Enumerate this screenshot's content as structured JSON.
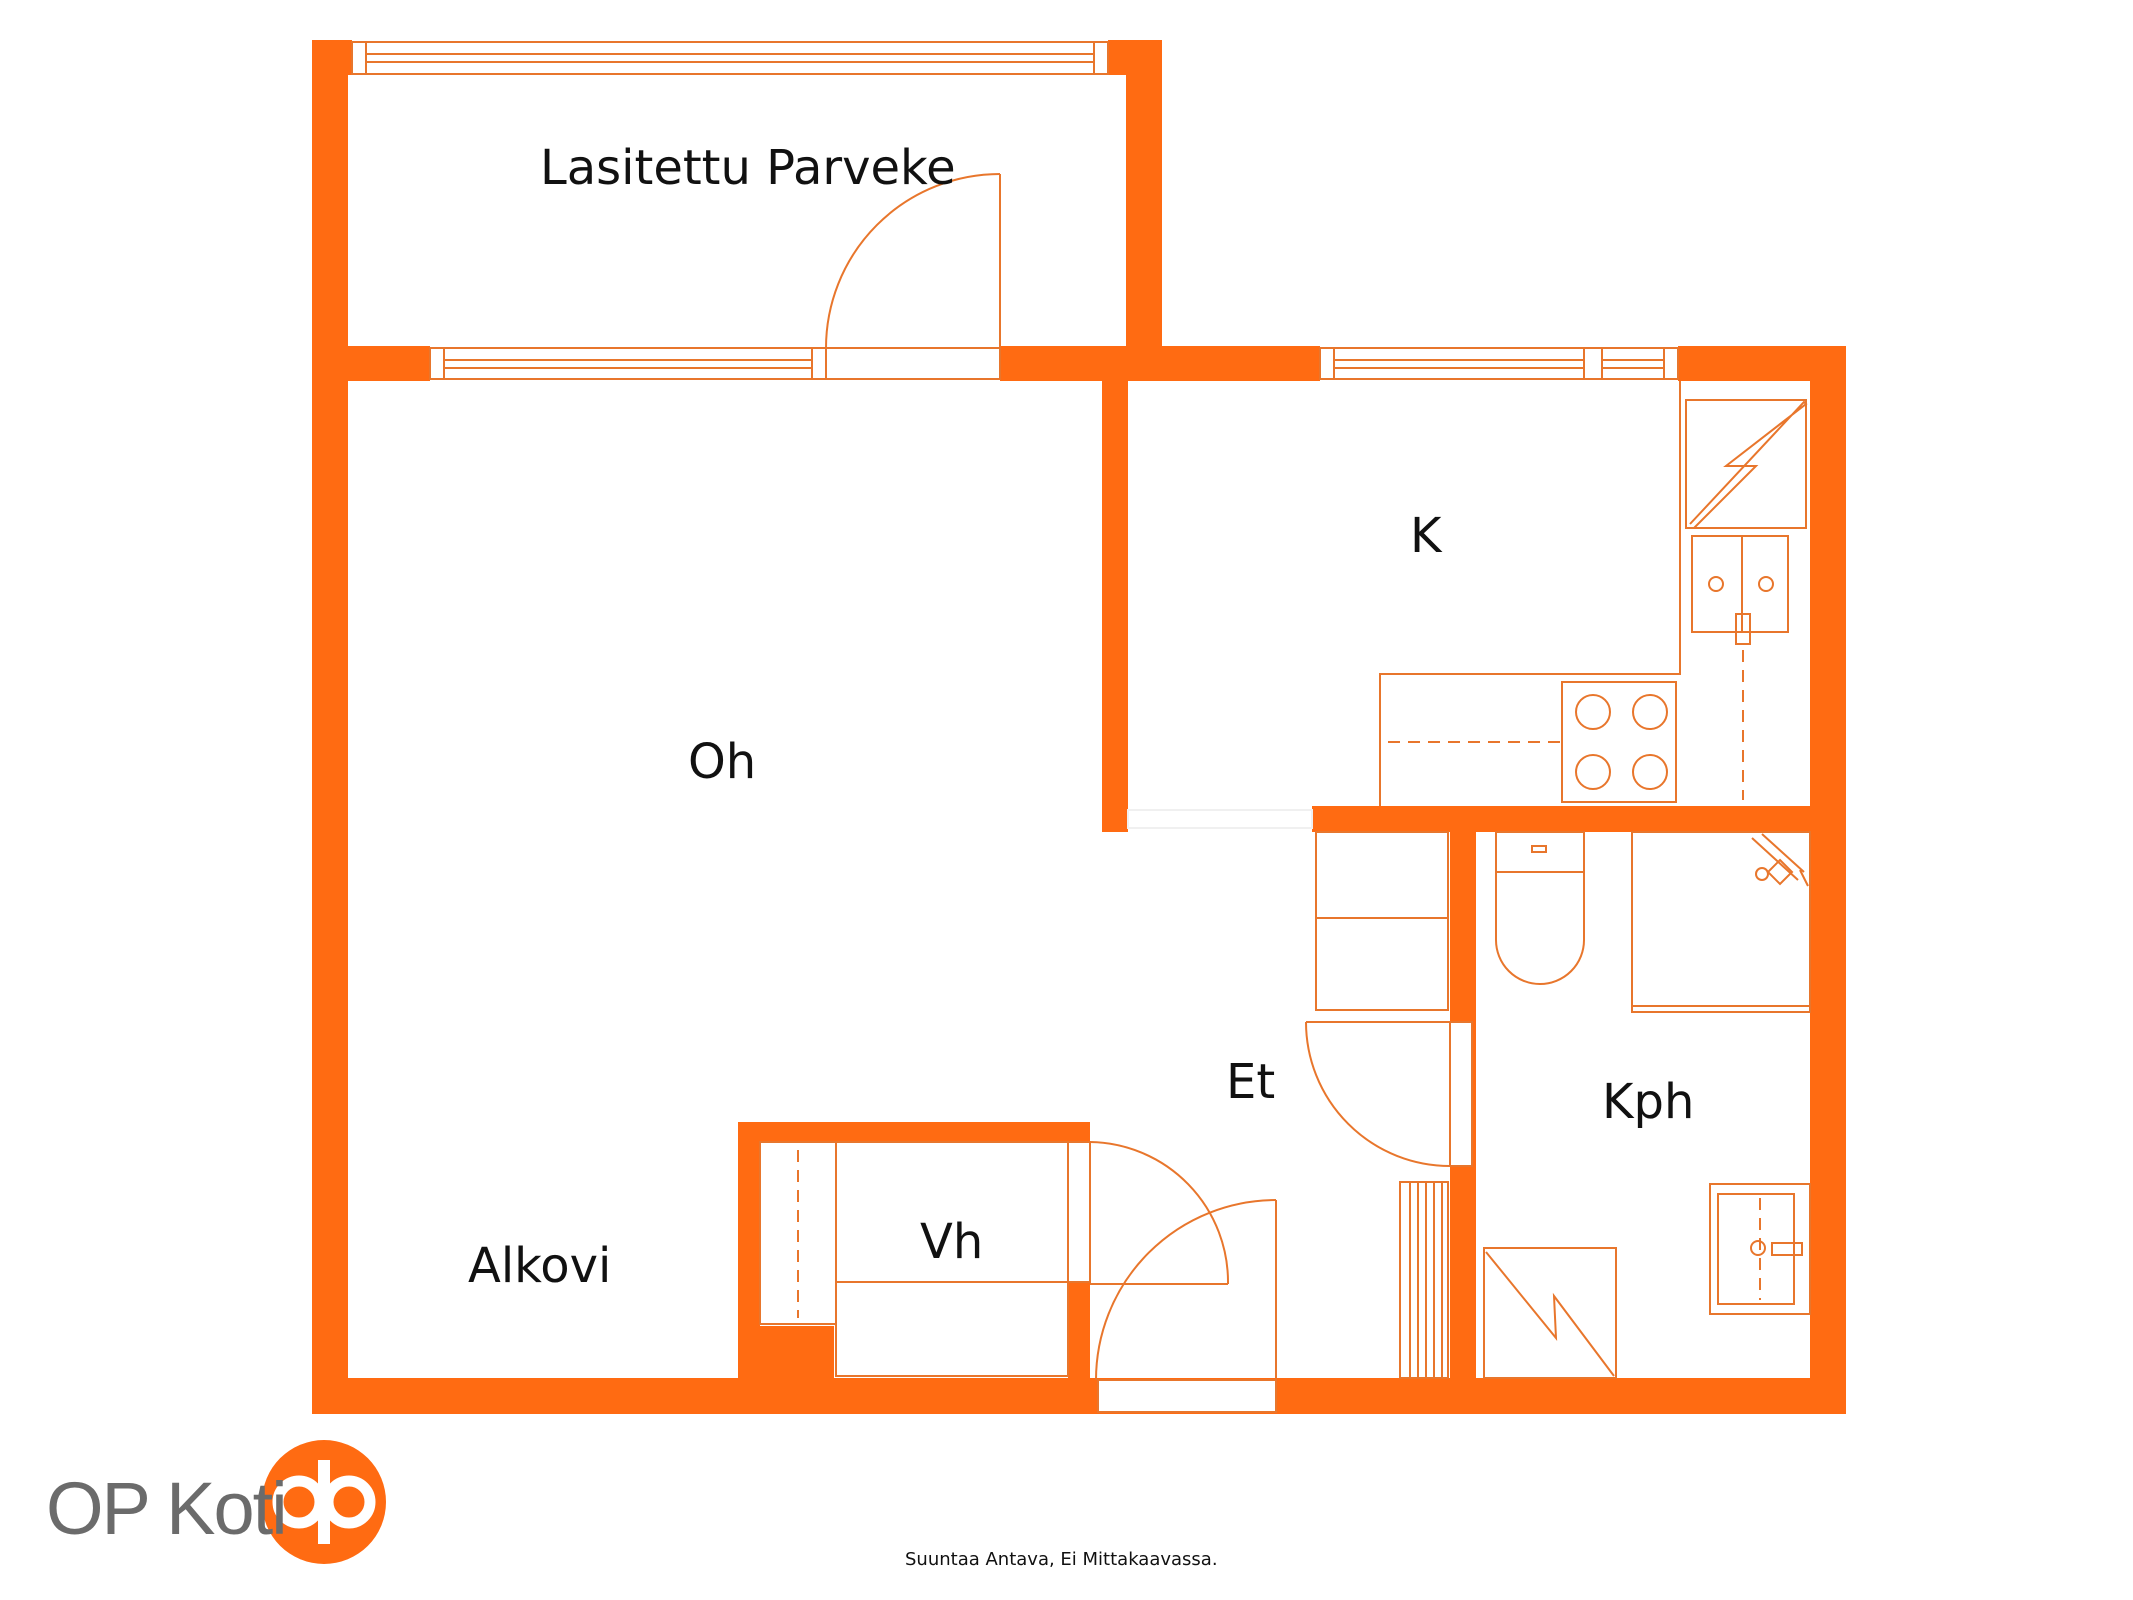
{
  "colors": {
    "wall": "#ff6b12",
    "fixture": "#e8762c",
    "text": "#111111",
    "logo_text": "#6b6b6b",
    "background": "#ffffff"
  },
  "rooms": {
    "balcony": "Lasitettu Parveke",
    "living_room": "Oh",
    "kitchen": "K",
    "alcove": "Alkovi",
    "wardrobe": "Vh",
    "hall": "Et",
    "bathroom": "Kph"
  },
  "logo": {
    "text": "OP Koti",
    "icon": "op-logo-icon"
  },
  "footer": {
    "disclaimer": "Suuntaa Antava, Ei Mittakaavassa."
  }
}
